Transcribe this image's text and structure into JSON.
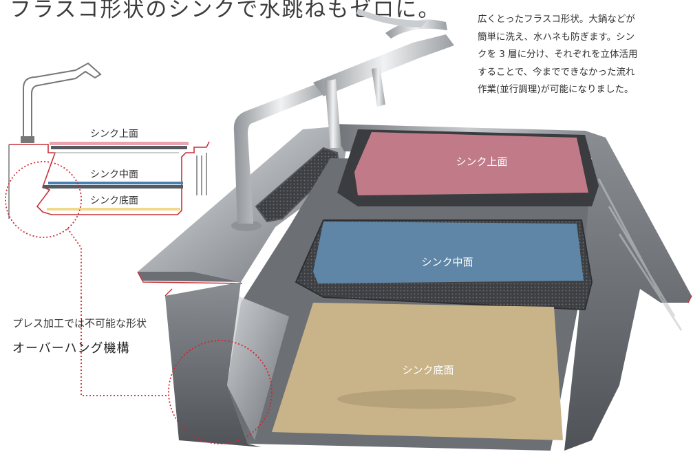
{
  "headline": "フラスコ形状のシンクで水跳ねもゼロに。",
  "description_lines": [
    "広くとったフラスコ形状。大鍋などが",
    "簡単に洗え、水ハネも防ぎます。シン",
    "クを 3 層に分け、それぞれを立体活用",
    "することで、今までできなかった流れ",
    "作業(並行調理)が可能になりました。"
  ],
  "diagram": {
    "upper": "シンク上面",
    "middle": "シンク中面",
    "bottom": "シンク底面"
  },
  "photo_labels": {
    "upper": "シンク上面",
    "middle": "シンク中面",
    "bottom": "シンク底面"
  },
  "callout": {
    "subtitle": "プレス加工では不可能な形状",
    "title": "オーバーハング機構"
  },
  "colors": {
    "upper_plate": "#c07a88",
    "middle_plate": "#5f86a6",
    "bottom_plate": "#c9b489",
    "accent_red": "#d2242e",
    "steel": "#b9bcbf"
  }
}
